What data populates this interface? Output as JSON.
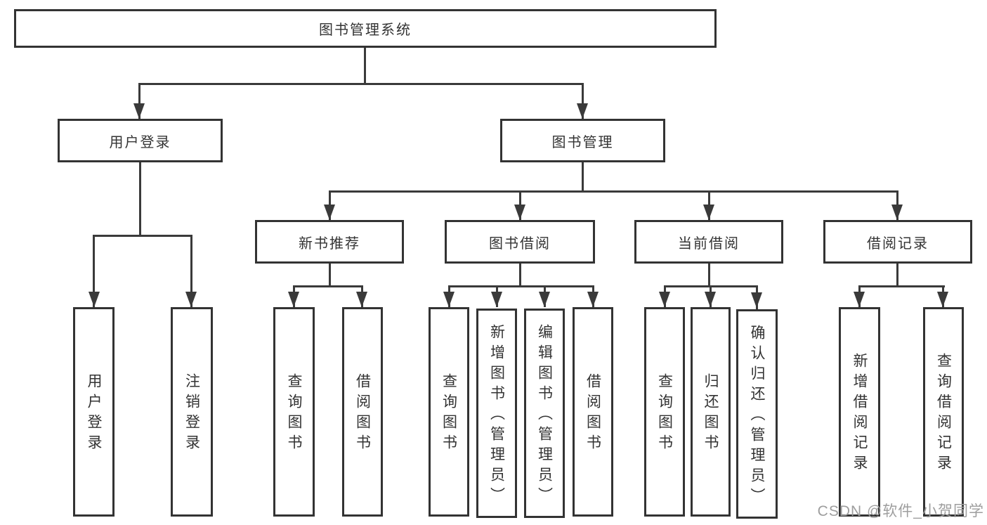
{
  "nodes": {
    "root": "图书管理系统",
    "level2": {
      "user_login": "用户登录",
      "book_management": "图书管理"
    },
    "level3": {
      "new_book_recommend": "新书推荐",
      "book_borrow": "图书借阅",
      "current_borrow": "当前借阅",
      "borrow_records": "借阅记录"
    },
    "leaves": {
      "user_login": "用户登录",
      "logout": "注销登录",
      "nb_query_books": "查询图书",
      "nb_borrow_books": "借阅图书",
      "bb_query_books": "查询图书",
      "bb_add_books": "新增图书（管理员）",
      "bb_edit_books": "编辑图书（管理员）",
      "bb_borrow_books": "借阅图书",
      "cb_query_books": "查询图书",
      "cb_return_books": "归还图书",
      "cb_confirm_return": "确认归还（管理员）",
      "br_add_record": "新增借阅记录",
      "br_query_record": "查询借阅记录"
    }
  },
  "watermark": "CSDN @软件_小贺同学",
  "colors": {
    "line": "#3a3a3a",
    "border": "#333333",
    "text": "#333333",
    "background": "#ffffff",
    "watermark": "#9e9e9e"
  }
}
